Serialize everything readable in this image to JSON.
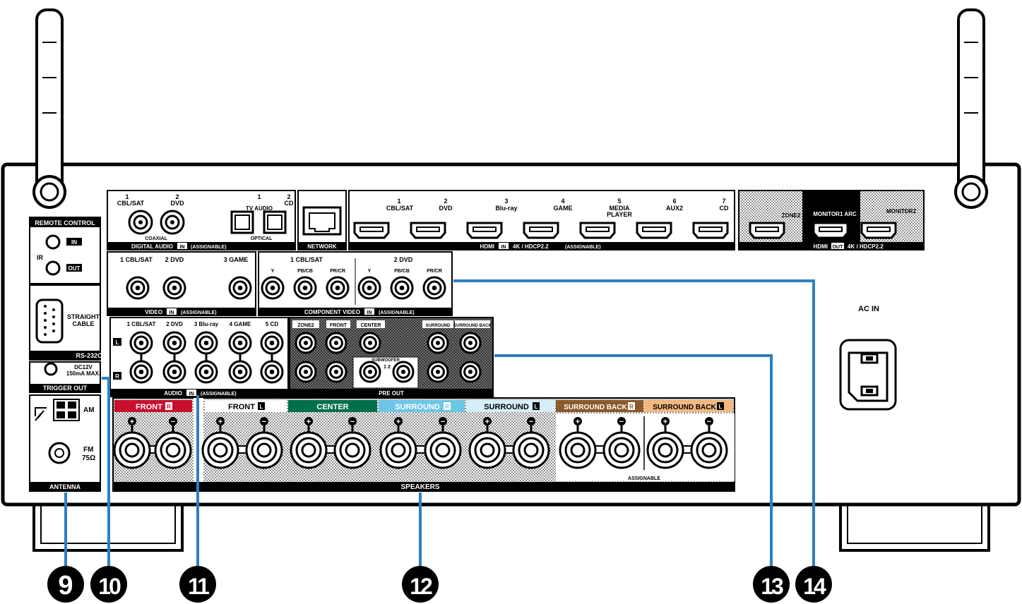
{
  "colors": {
    "front": "#c8102e",
    "center": "#00704a",
    "surround": "#6ec6e6",
    "surround_back": "#8b5a2b",
    "surround_back_l": "#f2b880",
    "leader": "#2f7fc1"
  },
  "remote": {
    "title": "REMOTE CONTROL",
    "ir": "IR",
    "in": "IN",
    "out": "OUT"
  },
  "rs232": {
    "label": "RS-232C",
    "cable_1": "STRAIGHT",
    "cable_2": "CABLE"
  },
  "trigger": {
    "label": "TRIGGER OUT",
    "spec_1": "DC12V",
    "spec_2": "150mA MAX."
  },
  "antenna": {
    "label": "ANTENNA",
    "am": "AM",
    "fm": "FM",
    "fm_ohm": "75Ω"
  },
  "digital_audio": {
    "label": "DIGITAL AUDIO",
    "in": "IN",
    "assignable": "(ASSIGNABLE)",
    "coaxial": "COAXIAL",
    "optical": "OPTICAL",
    "inputs": [
      {
        "num": "1",
        "name": "CBL/SAT"
      },
      {
        "num": "2",
        "name": "DVD"
      },
      {
        "num": "1",
        "name": "TV AUDIO"
      },
      {
        "num": "2",
        "name": "CD"
      }
    ]
  },
  "network": {
    "label": "NETWORK"
  },
  "hdmi_in": {
    "label": "HDMI",
    "in": "IN",
    "spec": "4K / HDCP2.2",
    "assignable": "(ASSIGNABLE)",
    "inputs": [
      {
        "num": "1",
        "name": "CBL/SAT"
      },
      {
        "num": "2",
        "name": "DVD"
      },
      {
        "num": "3",
        "name": "Blu-ray"
      },
      {
        "num": "4",
        "name": "GAME"
      },
      {
        "num": "5",
        "name": "MEDIA PLAYER"
      },
      {
        "num": "6",
        "name": "AUX2"
      },
      {
        "num": "7",
        "name": "CD"
      }
    ]
  },
  "hdmi_out": {
    "label": "HDMI",
    "out": "OUT",
    "spec": "4K / HDCP2.2",
    "outputs": [
      "ZONE2",
      "MONITOR1 ARC",
      "MONITOR2"
    ]
  },
  "video_in": {
    "label": "VIDEO",
    "in": "IN",
    "assignable": "(ASSIGNABLE)",
    "inputs": [
      "1 CBL/SAT",
      "2 DVD",
      "3 GAME"
    ]
  },
  "component_in": {
    "label": "COMPONENT VIDEO",
    "in": "IN",
    "assignable": "(ASSIGNABLE)",
    "groups": [
      "1 CBL/SAT",
      "2 DVD"
    ],
    "channels": [
      "Y",
      "PB/CB",
      "PR/CR"
    ]
  },
  "audio_in": {
    "label": "AUDIO",
    "in": "IN",
    "assignable": "(ASSIGNABLE)",
    "inputs": [
      "1 CBL/SAT",
      "2 DVD",
      "3 Blu-ray",
      "4 GAME",
      "5 CD"
    ],
    "l": "L",
    "r": "R"
  },
  "pre_out": {
    "label": "PRE OUT",
    "channels": [
      "ZONE2",
      "FRONT",
      "CENTER",
      "SURROUND",
      "SURROUND BACK"
    ],
    "subwoofer": "SUBWOOFER",
    "sub_nums": "1  2"
  },
  "speakers": {
    "label": "SPEAKERS",
    "assignable": "ASSIGNABLE",
    "channels": [
      "FRONT R",
      "FRONT L",
      "CENTER",
      "SURROUND R",
      "SURROUND L",
      "SURROUND BACK R",
      "SURROUND BACK L"
    ]
  },
  "ac_in": {
    "label": "AC IN"
  },
  "callouts": [
    "9",
    "10",
    "11",
    "12",
    "13",
    "14"
  ]
}
